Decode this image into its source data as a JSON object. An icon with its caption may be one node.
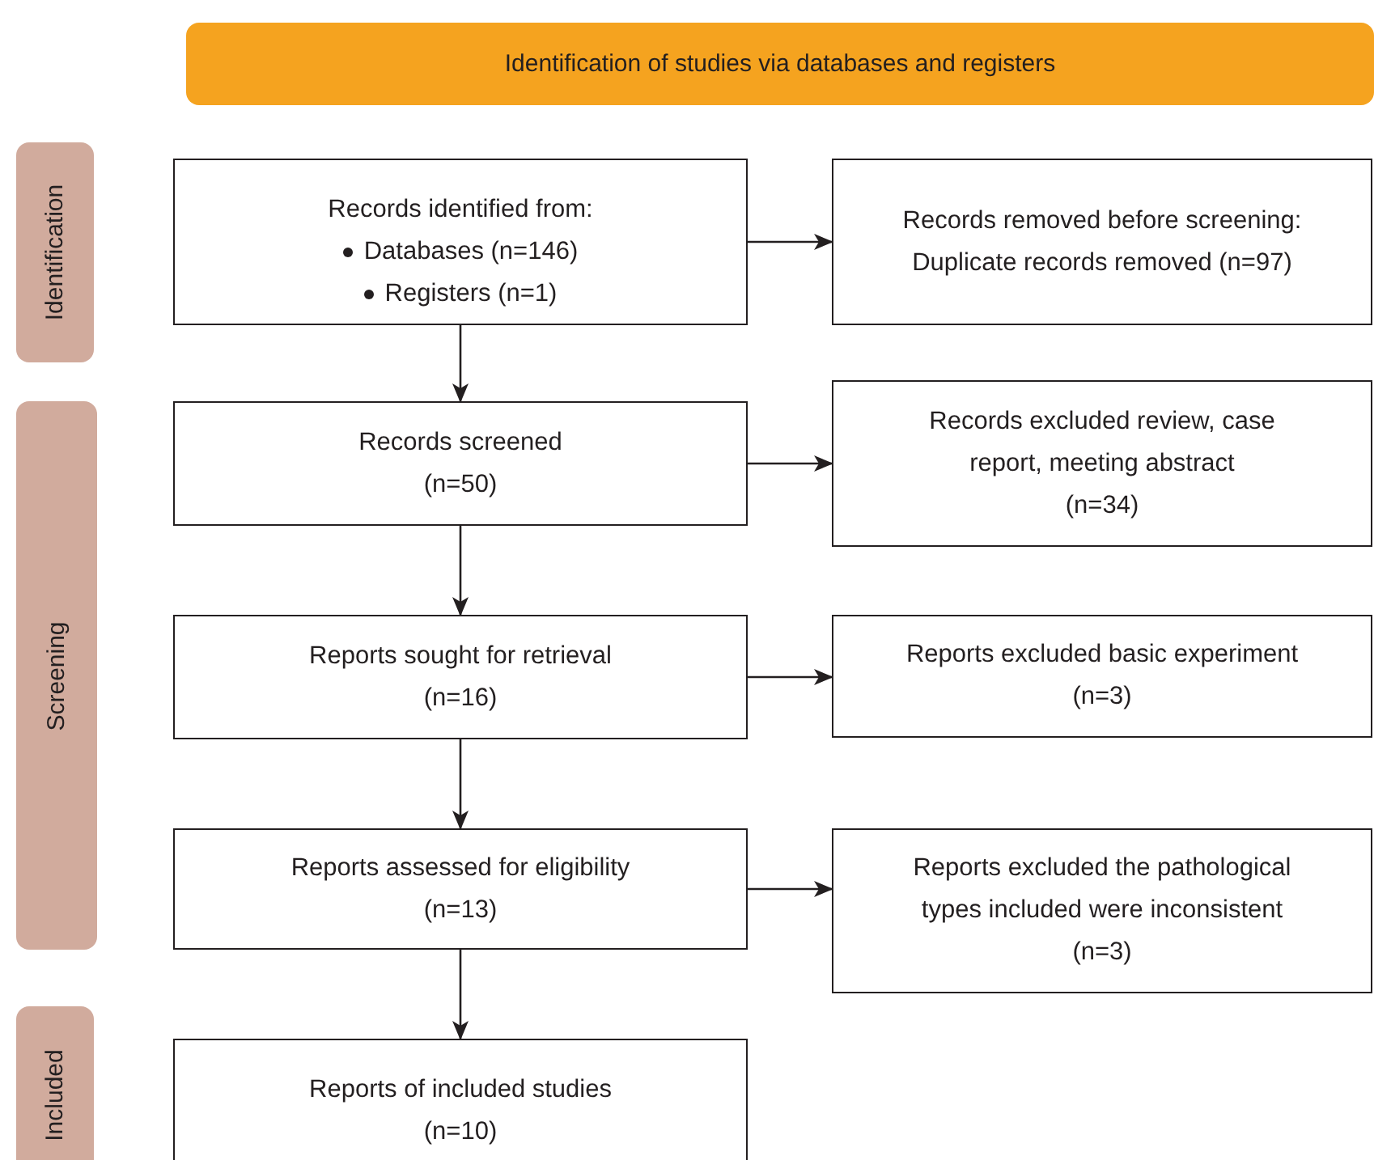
{
  "diagram": {
    "nodes": [
      {
        "text": [
          "Identification of studies via databases and registers"
        ]
      },
      {
        "text": [
          "Identification"
        ]
      },
      {
        "text": [
          "Screening"
        ]
      },
      {
        "text": [
          "Included"
        ]
      },
      {
        "text": [
          "Records identified from:",
          "Databases (n=146)",
          "Registers (n=1)"
        ]
      },
      {
        "text": [
          "Records removed before screening:",
          "Duplicate records removed (n=97)"
        ]
      },
      {
        "text": [
          "Records screened",
          "(n=50)"
        ]
      },
      {
        "text": [
          "Records excluded review, case report, meeting abstract",
          "(n=34)"
        ]
      },
      {
        "text": [
          "Reports sought for retrieval",
          "(n=16)"
        ]
      },
      {
        "text": [
          "Reports excluded basic experiment",
          "(n=3)"
        ]
      },
      {
        "text": [
          "Reports assessed for eligibility",
          "(n=13)"
        ]
      },
      {
        "text": [
          "Reports excluded the pathological types included were inconsistent",
          "(n=3)"
        ]
      },
      {
        "text": [
          "Reports of included studies",
          "(n=10)"
        ]
      }
    ],
    "edges": [
      {
        "from": 4,
        "to": 5,
        "arrow": "to"
      },
      {
        "from": 4,
        "to": 6,
        "arrow": "to"
      },
      {
        "from": 6,
        "to": 7,
        "arrow": "to"
      },
      {
        "from": 6,
        "to": 8,
        "arrow": "to"
      },
      {
        "from": 8,
        "to": 9,
        "arrow": "to"
      },
      {
        "from": 8,
        "to": 10,
        "arrow": "to"
      },
      {
        "from": 10,
        "to": 11,
        "arrow": "to"
      },
      {
        "from": 10,
        "to": 12,
        "arrow": "to"
      }
    ]
  }
}
